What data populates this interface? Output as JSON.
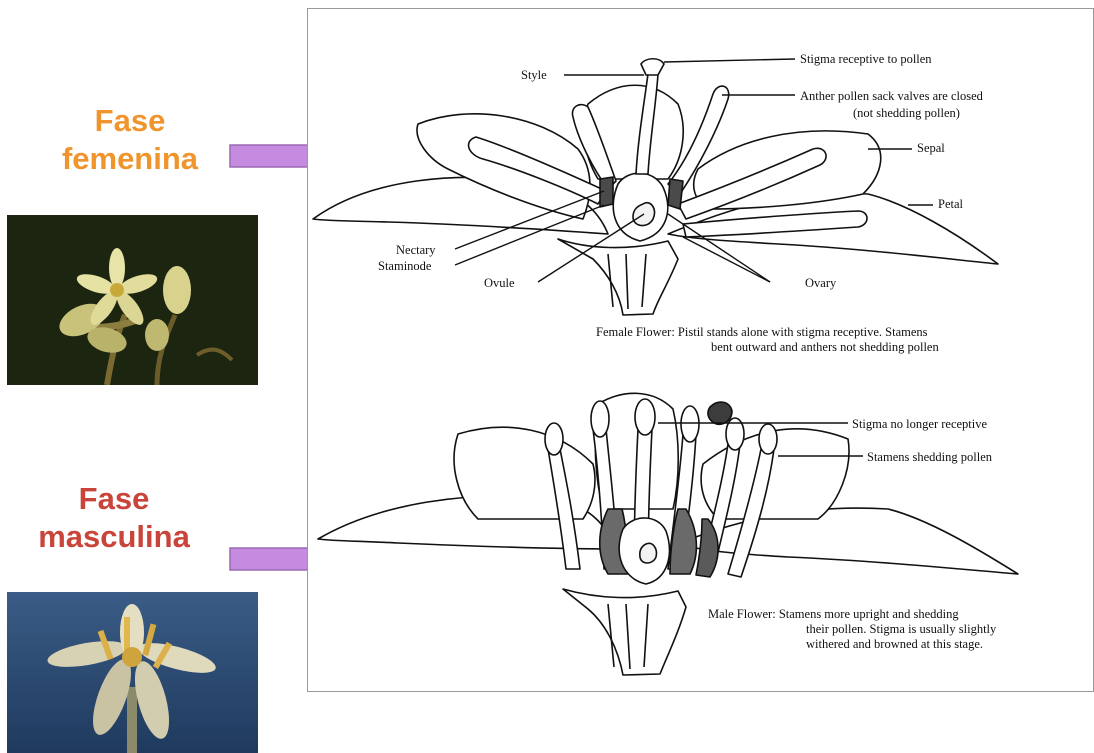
{
  "left_panel": {
    "female_phase": {
      "line1": "Fase",
      "line2": "femenina"
    },
    "male_phase": {
      "line1": "Fase",
      "line2": "masculina"
    },
    "arrow_color": "#c58be0",
    "female_color": "#f0952e",
    "male_color": "#c9443a"
  },
  "diagram": {
    "female_labels": {
      "stigma": "Stigma receptive to pollen",
      "style": "Style",
      "anther_line1": "Anther pollen sack valves are closed",
      "anther_line2": "(not shedding pollen)",
      "sepal": "Sepal",
      "petal": "Petal",
      "nectary": "Nectary",
      "staminode": "Staminode",
      "ovule": "Ovule",
      "ovary": "Ovary"
    },
    "female_caption": {
      "line1": "Female Flower: Pistil stands alone with stigma receptive. Stamens",
      "line2": "bent outward and anthers not shedding pollen"
    },
    "male_labels": {
      "stigma": "Stigma no longer receptive",
      "stamens": "Stamens shedding pollen"
    },
    "male_caption": {
      "line1": "Male Flower: Stamens more upright and shedding",
      "line2": "their pollen. Stigma is usually slightly",
      "line3": "withered and browned at this stage."
    }
  }
}
